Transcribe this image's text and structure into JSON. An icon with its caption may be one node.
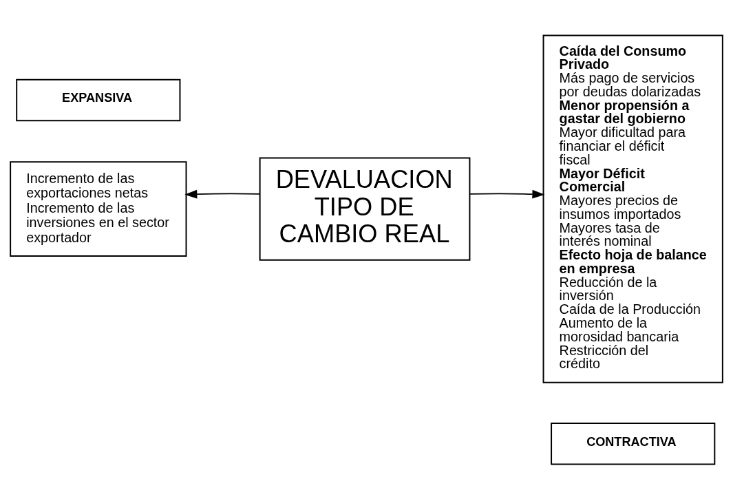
{
  "diagram": {
    "nodes": [
      {
        "text": [
          "EXPANSIVA"
        ]
      },
      {
        "text": [
          "CONTRACTIVA"
        ]
      },
      {
        "text": [
          "Incremento de las exportaciones netas",
          "Incremento de las inversiones en el sector exportador"
        ]
      },
      {
        "text": [
          "DEVALUACION TIPO DE CAMBIO REAL"
        ]
      },
      {
        "text": [
          "Caída del Consumo Privado",
          "Más pago de servicios por deudas dolarizadas",
          "Menor propensión a gastar del gobierno",
          "Mayor dificultad para financiar el déficit fiscal",
          "Mayor Déficit Comercial",
          "Mayores precios de insumos importados Mayores tasa de interés nominal",
          "Efecto hoja de balance en empresa",
          "Reducción de la inversión",
          "Caída de la Producción",
          "Aumento de la morosidad bancaria",
          "Restricción del crédito"
        ]
      }
    ],
    "edges": [
      {
        "from": 3,
        "to": 2,
        "arrow": "to"
      },
      {
        "from": 3,
        "to": 4,
        "arrow": "to"
      }
    ]
  }
}
